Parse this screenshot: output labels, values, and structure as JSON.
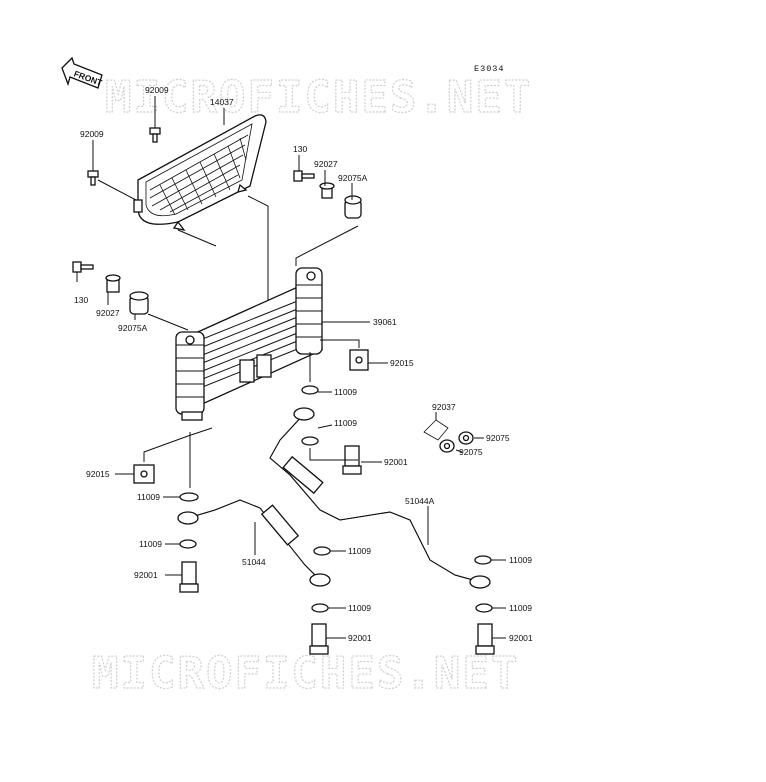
{
  "diagram_code": "E3034",
  "front_label": "FRONT",
  "watermark": "MICROFICHES.NET",
  "labels": {
    "l92009a": "92009",
    "l14037": "14037",
    "l92009b": "92009",
    "l130a": "130",
    "l92027a": "92027",
    "l92075Aa": "92075A",
    "l130b": "130",
    "l92027b": "92027",
    "l92075Ab": "92075A",
    "l39061": "39061",
    "l92015a": "92015",
    "l11009a": "11009",
    "l11009b": "11009",
    "l92037": "92037",
    "l92075a": "92075",
    "l92075b": "92075",
    "l92001a": "92001",
    "l92015b": "92015",
    "l11009c": "11009",
    "l51044A": "51044A",
    "l11009d": "11009",
    "l51044": "51044",
    "l11009e": "11009",
    "l92001b": "92001",
    "l11009f": "11009",
    "l11009g": "11009",
    "l92001c": "92001",
    "l11009h": "11009",
    "l92001d": "92001"
  }
}
